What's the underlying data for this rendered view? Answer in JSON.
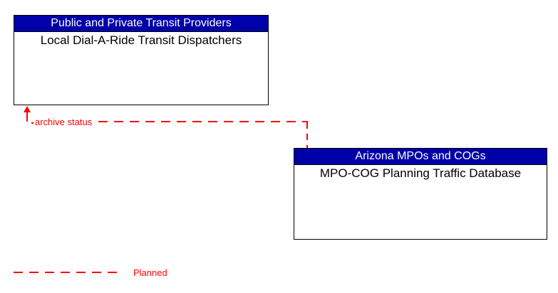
{
  "diagram": {
    "colors": {
      "background": "#FFFFFF",
      "header_bg": "#0000A8",
      "header_text": "#FFFFFF",
      "box_border": "#000000",
      "body_text": "#000000",
      "connector": "#FF0000"
    },
    "boxes": [
      {
        "header": "Public and Private Transit Providers",
        "body": "Local Dial-A-Ride Transit Dispatchers"
      },
      {
        "header": "Arizona MPOs and COGs",
        "body": "MPO-COG Planning Traffic Database"
      }
    ],
    "connector": {
      "label": "archive status",
      "style": "dashed",
      "direction": "from MPO-COG Planning Traffic Database to Local Dial-A-Ride Transit Dispatchers"
    },
    "legend": {
      "line_style": "dashed",
      "label": "Planned"
    }
  }
}
